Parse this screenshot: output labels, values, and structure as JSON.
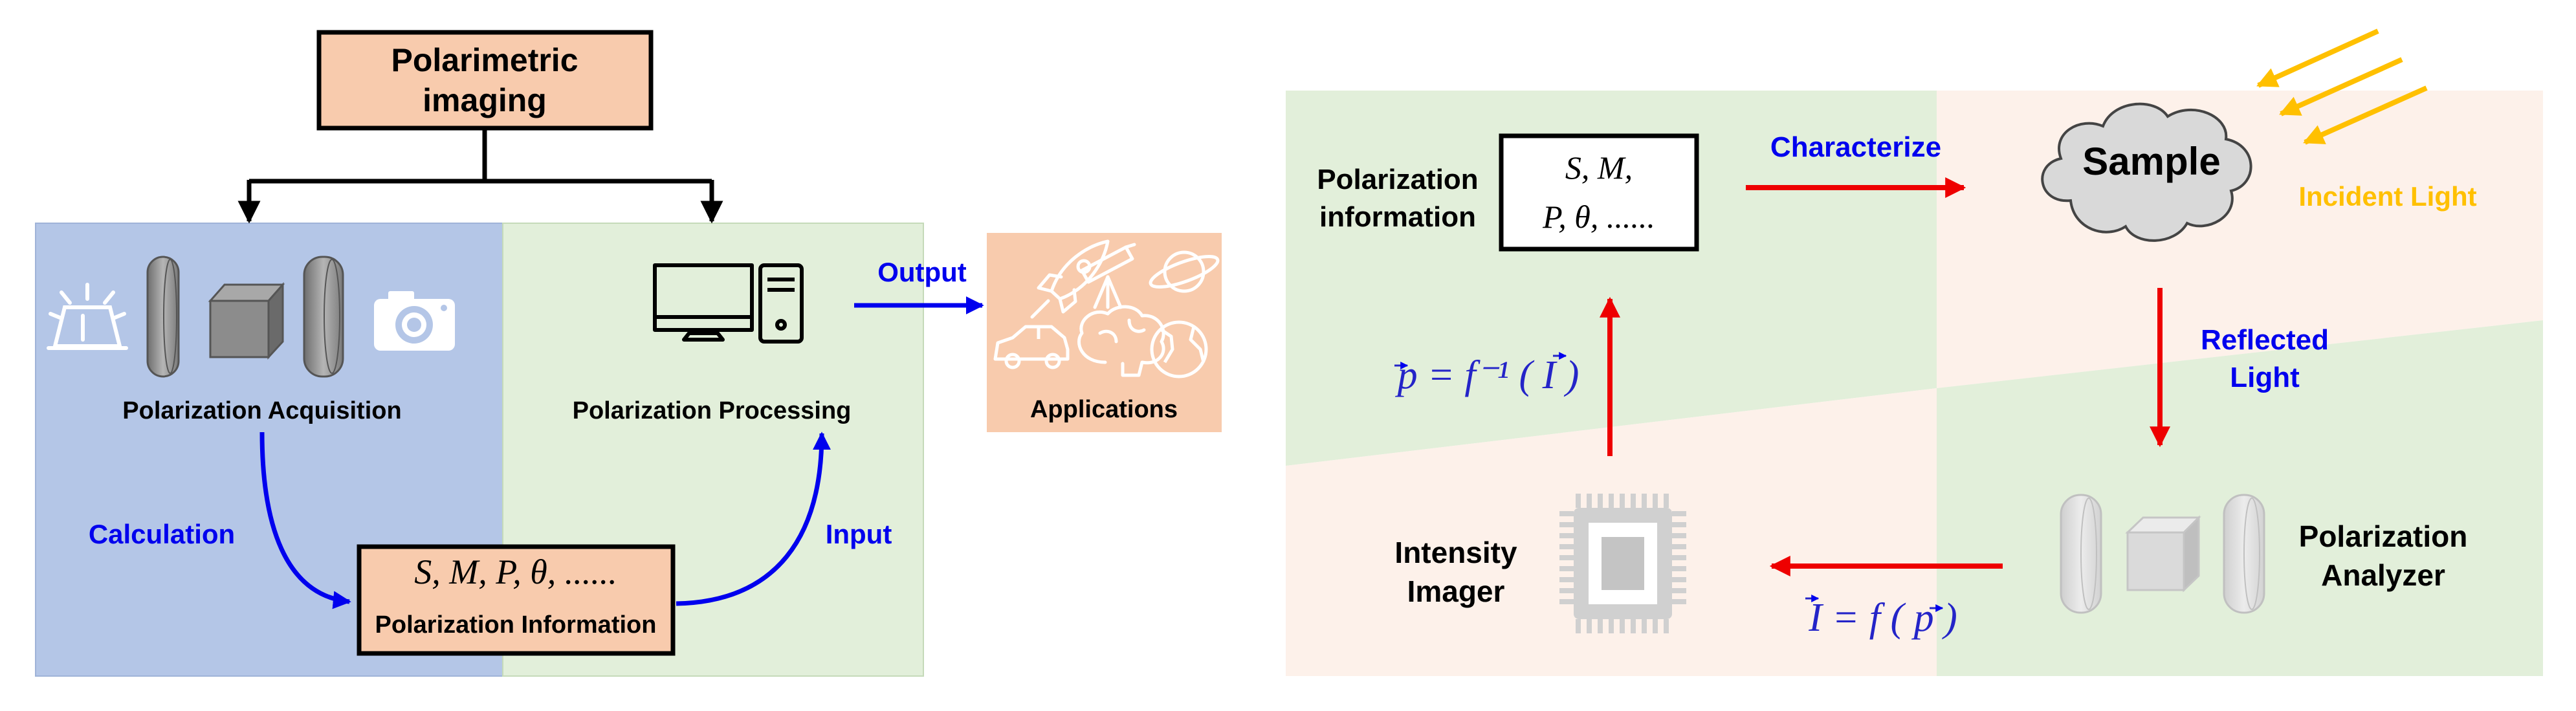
{
  "left": {
    "root": "Polarimetric imaging",
    "root_line1": "Polarimetric",
    "root_line2": "imaging",
    "acquisition": "Polarization Acquisition",
    "processing": "Polarization Processing",
    "output": "Output",
    "applications": "Applications",
    "calculation": "Calculation",
    "input": "Input",
    "info_symbols": "S, M, P, θ, ......",
    "info_label": "Polarization Information"
  },
  "right": {
    "pol_info_line1": "Polarization",
    "pol_info_line2": "information",
    "symbols_line1": "S, M,",
    "symbols_line2": "P, θ, ......",
    "characterize": "Characterize",
    "sample": "Sample",
    "incident_light": "Incident Light",
    "reflected_line1": "Reflected",
    "reflected_line2": "Light",
    "analyzer_line1": "Polarization",
    "analyzer_line2": "Analyzer",
    "imager_line1": "Intensity",
    "imager_line2": "Imager",
    "forward_eq": "I = f ( p )",
    "inverse_eq": "p = f⁻¹ ( I )"
  },
  "colors": {
    "blue_panel": "#b4c6e7",
    "green_panel": "#e2efda",
    "peach": "#f8cbad",
    "light_peach": "#fdf1ea",
    "arrow_blue": "#0000ee",
    "arrow_red": "#ee0000",
    "incident_yellow": "#ffc000"
  }
}
